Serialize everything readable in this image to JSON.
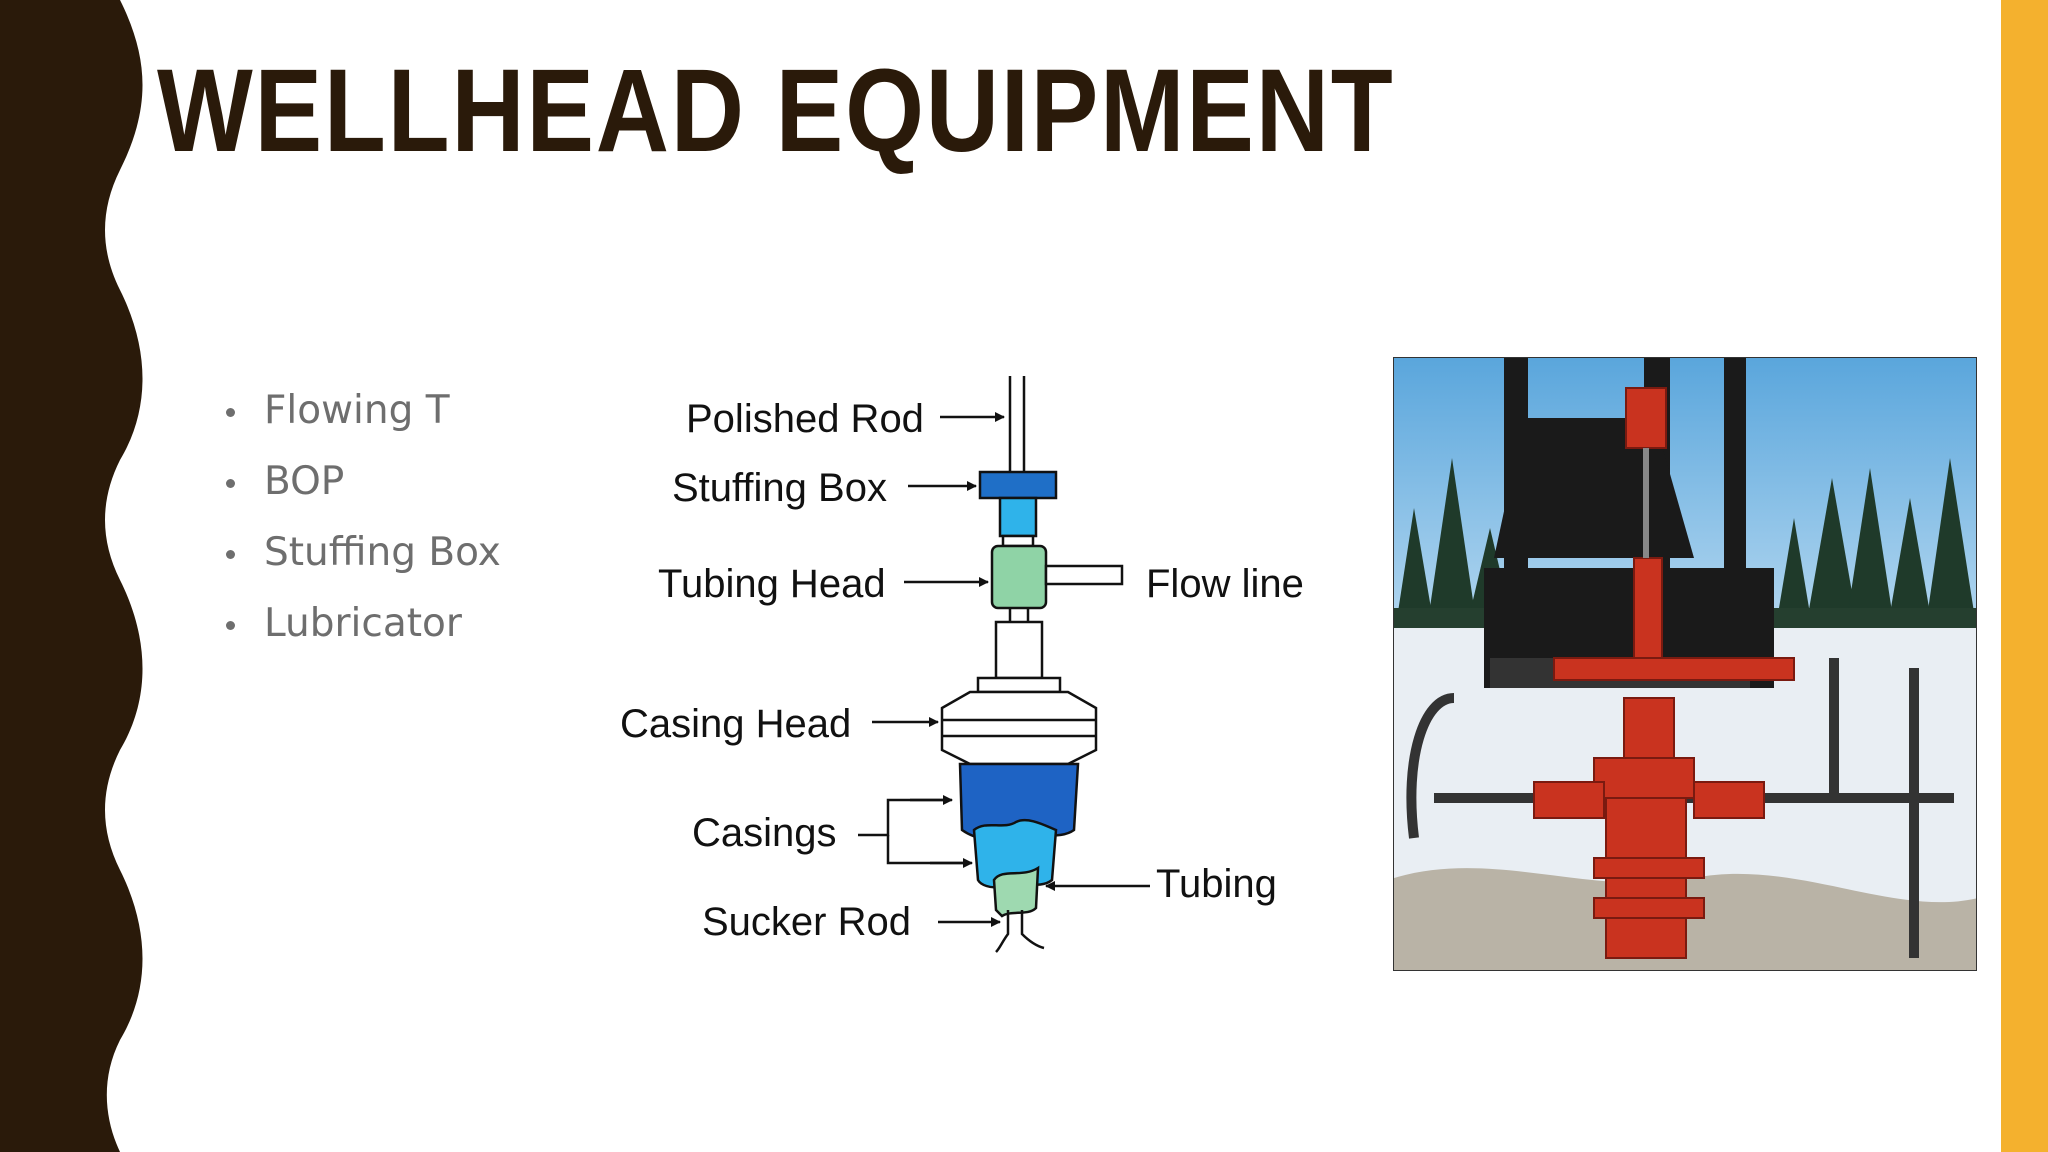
{
  "slide": {
    "title": "WELLHEAD EQUIPMENT",
    "bullets": [
      "Flowing T",
      "BOP",
      "Stuffing Box",
      "Lubricator"
    ],
    "colors": {
      "dark_brown": "#2a1a0a",
      "accent_gold": "#f4b12e",
      "bullet_text": "#6e6e6e"
    }
  },
  "diagram": {
    "labels": {
      "polished_rod": "Polished Rod",
      "stuffing_box": "Stuffing Box",
      "tubing_head": "Tubing Head",
      "flow_line": "Flow line",
      "casing_head": "Casing Head",
      "casings": "Casings",
      "tubing": "Tubing",
      "sucker_rod": "Sucker Rod"
    },
    "colors": {
      "stuffing_box": "#1f6fc7",
      "tubing_head": "#8fd3a6",
      "casing_outer": "#1e63c4",
      "casing_inner": "#2fb3ea",
      "tubing": "#9ed9b0"
    }
  },
  "photo": {
    "subject": "wellhead-photo"
  }
}
